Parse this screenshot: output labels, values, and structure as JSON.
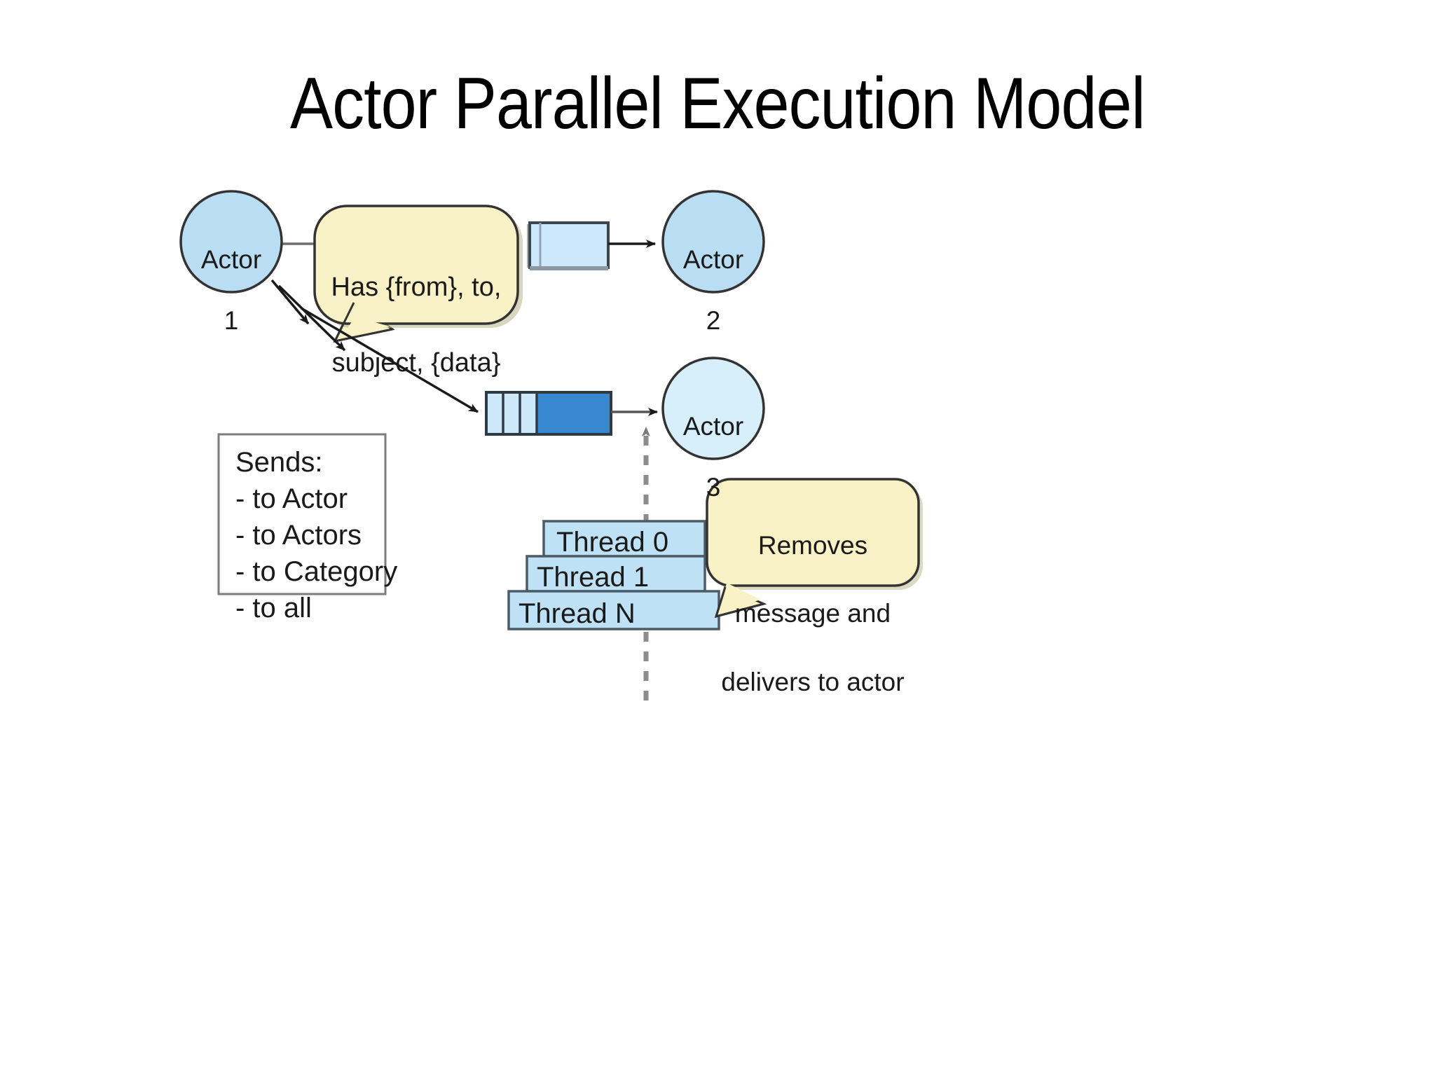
{
  "slide": {
    "title": "Actor Parallel Execution Model",
    "background_color": "#ffffff"
  },
  "palette": {
    "actor_fill": "#b9ddf2",
    "actor3_fill": "#d7effb",
    "bubble_fill": "#f9f2c6",
    "queue_cell_fill": "#cde9f9",
    "queue_filled_fill": "#3888cf",
    "thread_fill": "#bfe1f6",
    "stroke_dark": "#333333",
    "stroke_gray": "#808080",
    "text_color": "#1a1a1a"
  },
  "diagram": {
    "type": "actor-model-flow",
    "actors": [
      {
        "id": "actor1",
        "line1": "Actor",
        "line2": "1",
        "fill": "#b9ddf2"
      },
      {
        "id": "actor2",
        "line1": "Actor",
        "line2": "2",
        "fill": "#b9ddf2"
      },
      {
        "id": "actor3",
        "line1": "Actor",
        "line2": "3",
        "fill": "#d7effb"
      }
    ],
    "callouts": [
      {
        "id": "message-structure-callout",
        "line1": "Has {from}, to,",
        "line2": "subject, {data}"
      },
      {
        "id": "thread-behavior-callout",
        "line1": "Removes",
        "line2": "message and",
        "line3": "delivers to actor"
      }
    ],
    "queues": [
      {
        "id": "actor2-mailbox",
        "cells": 1,
        "filled_cells": 0,
        "note": "empty mailbox for Actor 2"
      },
      {
        "id": "actor3-mailbox",
        "cells": 3,
        "filled_cells": 1,
        "note": "three empty slots plus one large queued message for Actor 3"
      }
    ],
    "sends_box": {
      "id": "sends-legend",
      "title": "Sends:",
      "items": [
        "- to Actor",
        "- to Actors",
        "- to Category",
        "- to all"
      ]
    },
    "threads": [
      {
        "id": "thread-0",
        "label": "Thread 0"
      },
      {
        "id": "thread-1",
        "label": "Thread 1"
      },
      {
        "id": "thread-n",
        "label": "Thread N"
      }
    ],
    "connectors": [
      {
        "id": "actor1-to-callout",
        "style": "solid",
        "arrow": false
      },
      {
        "id": "actor2-mailbox-to-actor2",
        "style": "solid",
        "arrow": true
      },
      {
        "id": "actor1-to-actor3-mailbox-a",
        "style": "solid",
        "arrow": true
      },
      {
        "id": "actor1-to-actor3-mailbox-b",
        "style": "solid",
        "arrow": true
      },
      {
        "id": "actor1-to-actor3-mailbox-c",
        "style": "solid",
        "arrow": true
      },
      {
        "id": "actor3-mailbox-to-actor3",
        "style": "solid",
        "arrow": true
      },
      {
        "id": "threads-to-actor3",
        "style": "dashed",
        "arrow": true
      }
    ]
  }
}
